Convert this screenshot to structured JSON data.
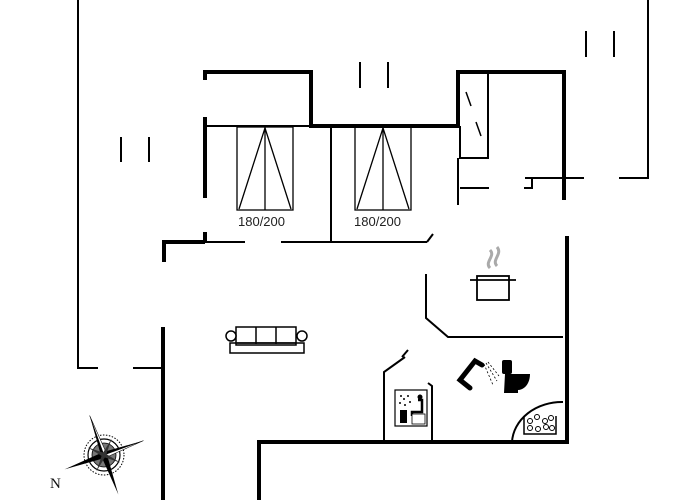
{
  "floorplan": {
    "rooms": {
      "bedroom_1": {
        "bed_size_label": "180/200"
      },
      "bedroom_2": {
        "bed_size_label": "180/200"
      },
      "living_room": {
        "furniture": "sofa-icon"
      },
      "kitchen": {
        "furniture": "cooking-pot-icon"
      },
      "bathroom": {
        "fixtures": [
          "shower-icon",
          "toilet-icon",
          "whirlpool-icon"
        ]
      },
      "sauna": {
        "fixture": "sauna-icon"
      }
    },
    "compass": {
      "north_label": "N"
    },
    "colors": {
      "walls": "#000000",
      "background": "#ffffff",
      "steam": "#aaaaaa"
    }
  }
}
